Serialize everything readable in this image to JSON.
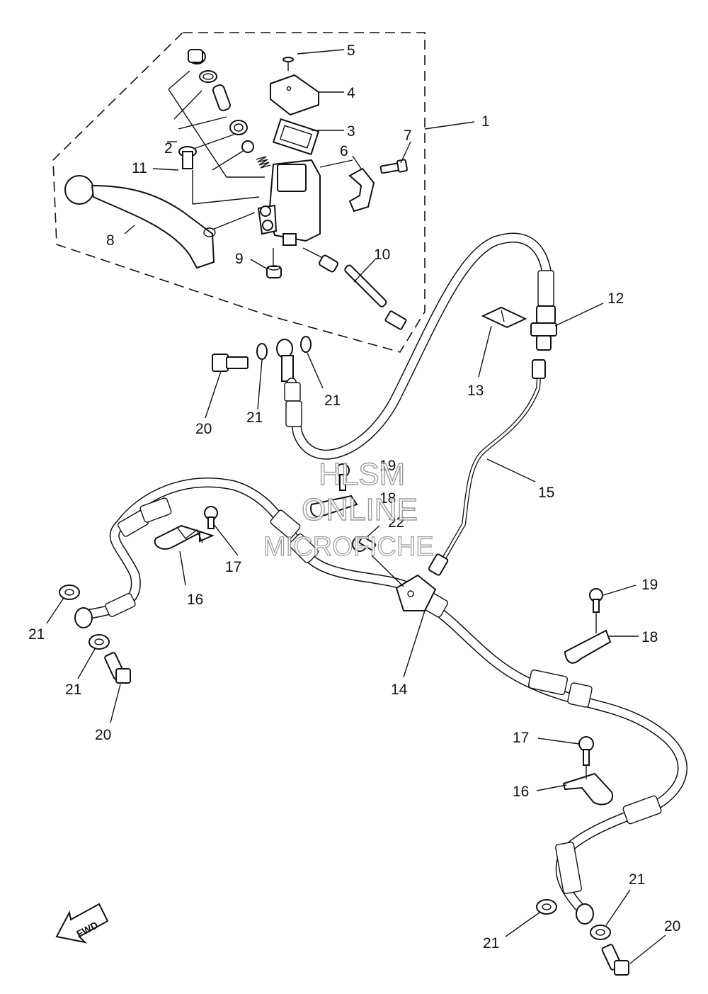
{
  "diagram": {
    "parts": [
      {
        "id": "label-1",
        "text": "1"
      },
      {
        "id": "label-2",
        "text": "2"
      },
      {
        "id": "label-3",
        "text": "3"
      },
      {
        "id": "label-4",
        "text": "4"
      },
      {
        "id": "label-5",
        "text": "5"
      },
      {
        "id": "label-6",
        "text": "6"
      },
      {
        "id": "label-7",
        "text": "7"
      },
      {
        "id": "label-8",
        "text": "8"
      },
      {
        "id": "label-9",
        "text": "9"
      },
      {
        "id": "label-10",
        "text": "10"
      },
      {
        "id": "label-11",
        "text": "11"
      },
      {
        "id": "label-12",
        "text": "12"
      },
      {
        "id": "label-13",
        "text": "13"
      },
      {
        "id": "label-14",
        "text": "14"
      },
      {
        "id": "label-15",
        "text": "15"
      },
      {
        "id": "label-16a",
        "text": "16"
      },
      {
        "id": "label-16b",
        "text": "16"
      },
      {
        "id": "label-17a",
        "text": "17"
      },
      {
        "id": "label-17b",
        "text": "17"
      },
      {
        "id": "label-18a",
        "text": "18"
      },
      {
        "id": "label-18b",
        "text": "18"
      },
      {
        "id": "label-19a",
        "text": "19"
      },
      {
        "id": "label-19b",
        "text": "19"
      },
      {
        "id": "label-20a",
        "text": "20"
      },
      {
        "id": "label-20b",
        "text": "20"
      },
      {
        "id": "label-20c",
        "text": "20"
      },
      {
        "id": "label-21a",
        "text": "21"
      },
      {
        "id": "label-21b",
        "text": "21"
      },
      {
        "id": "label-21c",
        "text": "21"
      },
      {
        "id": "label-21d",
        "text": "21"
      },
      {
        "id": "label-21e",
        "text": "21"
      },
      {
        "id": "label-21f",
        "text": "21"
      },
      {
        "id": "label-22",
        "text": "22"
      }
    ],
    "watermark": {
      "line1": "HLSM",
      "line2": "ONLINE",
      "line3": "MICROFICHE"
    },
    "fwd_label": "FWD",
    "icons": [
      "fwd-arrow-icon"
    ]
  }
}
